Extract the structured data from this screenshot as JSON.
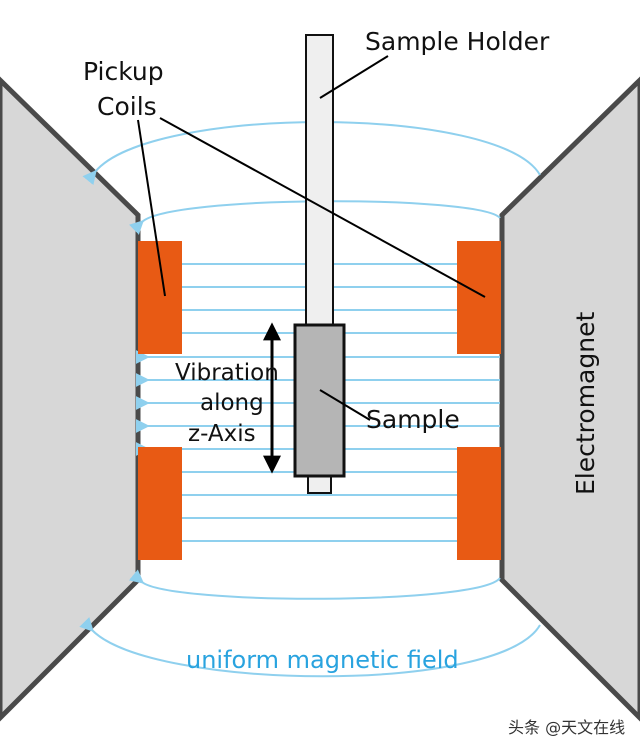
{
  "labels": {
    "sample_holder": "Sample Holder",
    "pickup_line1": "Pickup",
    "pickup_line2": "Coils",
    "vibration_line1": "Vibration",
    "vibration_line2": "along",
    "vibration_line3": "z-Axis",
    "sample": "Sample",
    "electromagnet": "Electromagnet",
    "field": "uniform magnetic field"
  },
  "watermark": "头条 @天文在线",
  "colors": {
    "magnet_fill": "#d7d7d7",
    "magnet_edge": "#4a4a4a",
    "coil": "#e85a14",
    "field_line": "#8fd0ee",
    "field_text": "#29a3df",
    "holder_fill": "#efefef",
    "sample_fill": "#b5b5b5"
  },
  "icons": {
    "arrow_head": "field-arrow-icon",
    "double_arrow": "vibration-arrow-icon"
  }
}
